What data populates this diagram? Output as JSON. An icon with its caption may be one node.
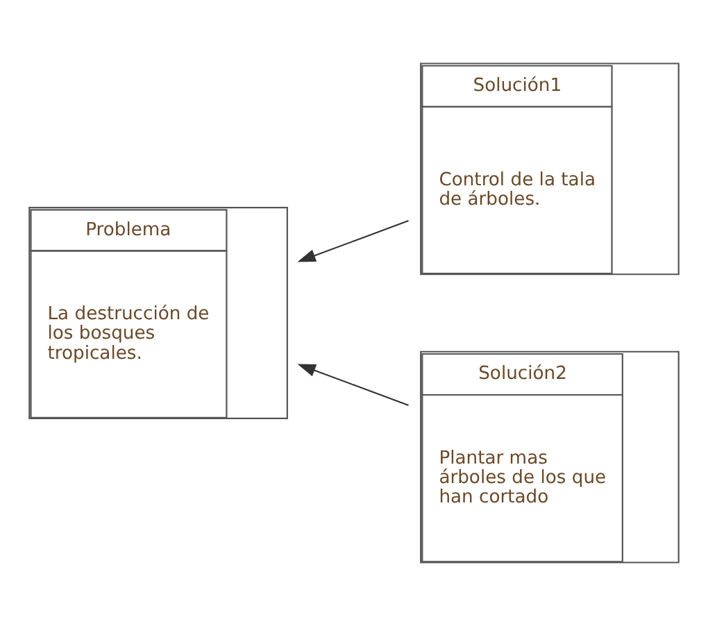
{
  "diagram": {
    "nodes": [
      {
        "text": [
          "Problema",
          "La destrucción de los bosques tropicales."
        ]
      },
      {
        "text": [
          "Solución1",
          "Control de la tala de árboles."
        ]
      },
      {
        "text": [
          "Solución2",
          "Plantar mas árboles de los que han cortado"
        ]
      }
    ],
    "edges": [
      {
        "from": 1,
        "to": 0,
        "arrow": "to"
      },
      {
        "from": 2,
        "to": 0,
        "arrow": "to"
      }
    ]
  }
}
